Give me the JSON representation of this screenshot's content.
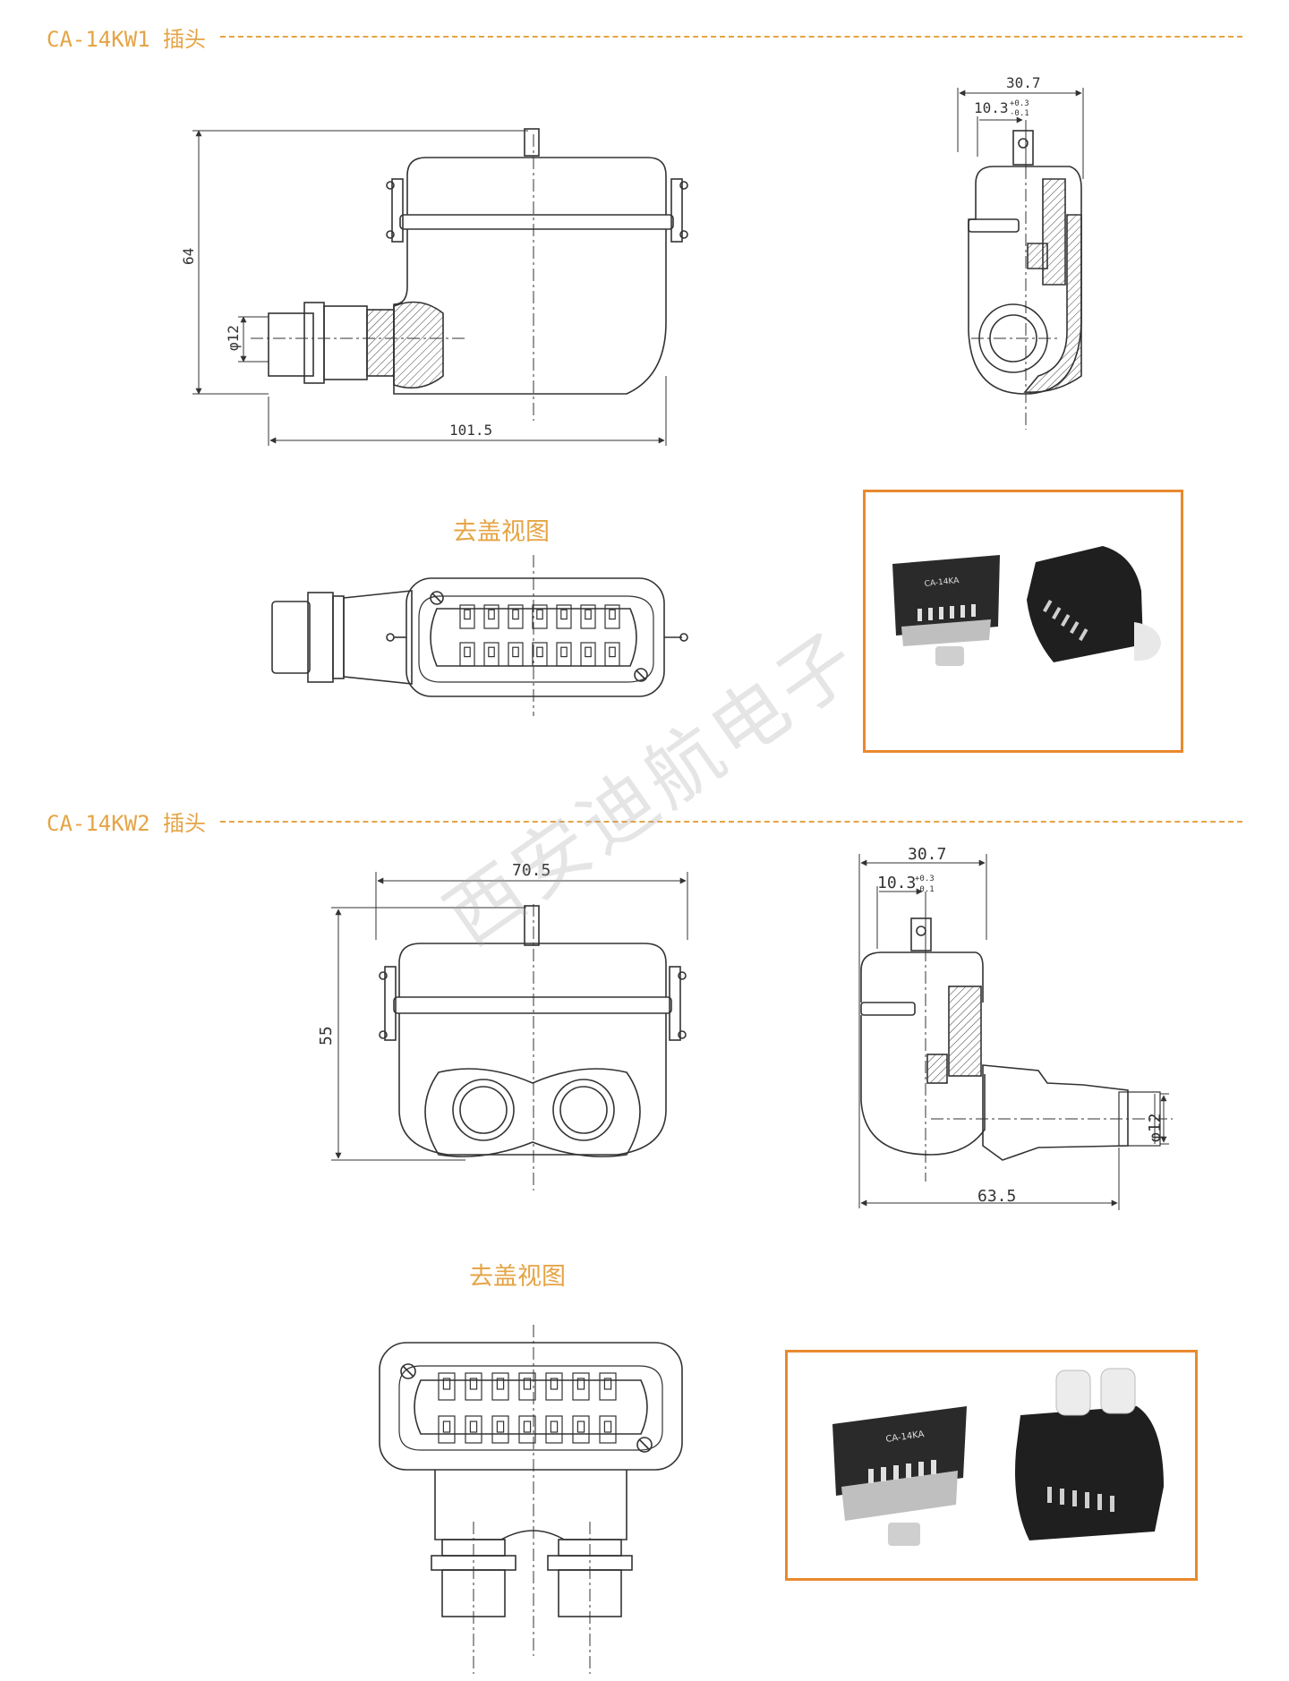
{
  "section1": {
    "title": "CA-14KW1 插头"
  },
  "section2": {
    "title": "CA-14KW2 插头"
  },
  "kw1": {
    "front": {
      "height": "64",
      "diameter": "φ12",
      "length": "101.5"
    },
    "side": {
      "width": "30.7",
      "offset": "10.3",
      "tol_plus": "+0.3",
      "tol_minus": "-0.1"
    },
    "caption": "去盖视图",
    "photo_label": "CA-14KA"
  },
  "kw2": {
    "front": {
      "width": "70.5",
      "height": "55"
    },
    "side": {
      "width": "30.7",
      "offset": "10.3",
      "tol_plus": "+0.3",
      "tol_minus": "-0.1",
      "length": "63.5",
      "diameter": "φ12"
    },
    "caption": "去盖视图",
    "photo_label": "CA-14KA"
  },
  "watermark": "西安迪航电子",
  "colors": {
    "accent": "#e5a445",
    "photo_border": "#e8892e",
    "line": "#333333"
  }
}
